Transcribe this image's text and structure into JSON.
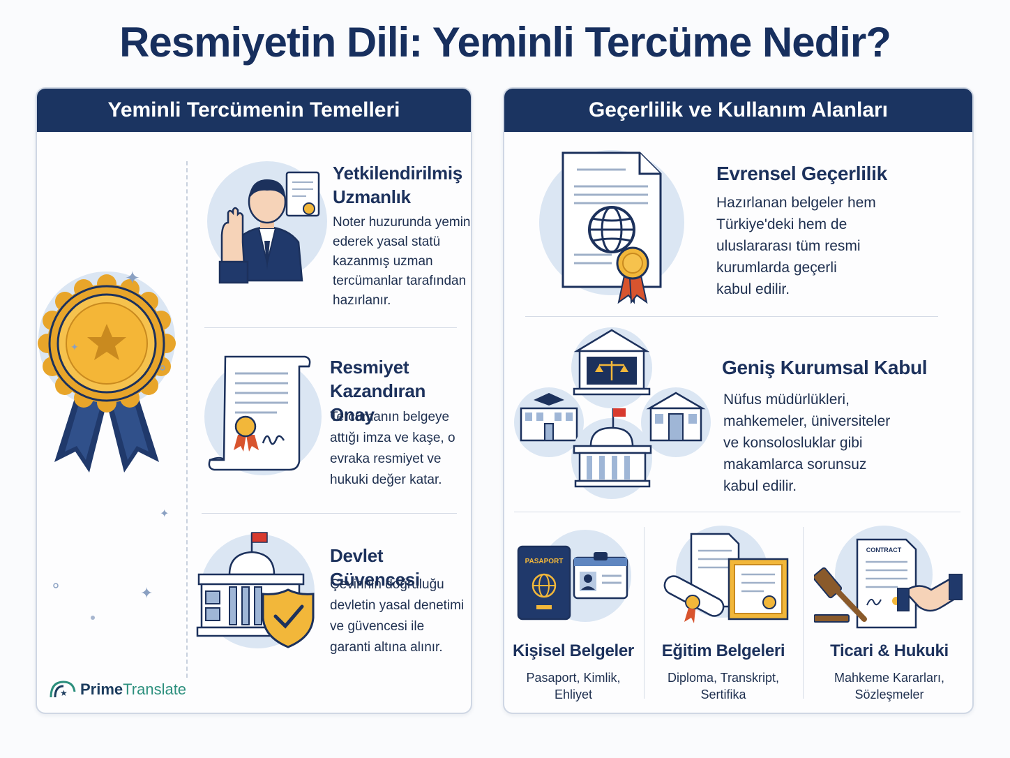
{
  "title": "Resmiyetin Dili: Yeminli Tercüme Nedir?",
  "left_panel": {
    "header": "Yeminli Tercümenin Temelleri",
    "items": [
      {
        "title_line1": "Yetkilendirilmiş",
        "title_line2": "Uzmanlık",
        "lines": [
          "Noter huzurunda yemin",
          "ederek yasal statü",
          "kazanmış uzman",
          "tercümanlar tarafından",
          "hazırlanır."
        ]
      },
      {
        "title_line1": "Resmiyet",
        "title_line2": "Kazandıran Onay",
        "lines": [
          "Tercümanın belgeye",
          "attığı imza ve kaşe, o",
          "evraka resmiyet ve",
          "hukuki değer katar."
        ]
      },
      {
        "title_line1": "Devlet Güvencesi",
        "lines": [
          "Çevirinin doğruluğu",
          "devletin yasal denetimi",
          "ve güvencesi ile",
          "garanti altına alınır."
        ]
      }
    ],
    "logo": {
      "part1": "Prime",
      "part2": "Translate"
    }
  },
  "right_panel": {
    "header": "Geçerlilik ve Kullanım Alanları",
    "items": [
      {
        "title": "Evrensel Geçerlilik",
        "lines": [
          "Hazırlanan belgeler hem",
          "Türkiye'deki hem de",
          "uluslararası tüm resmi",
          "kurumlarda geçerli",
          "kabul edilir."
        ]
      },
      {
        "title": "Geniş Kurumsal Kabul",
        "lines": [
          "Nüfus müdürlükleri,",
          "mahkemeler, üniversiteler",
          "ve konsolosluklar gibi",
          "makamlarca sorunsuz",
          "kabul edilir."
        ]
      }
    ],
    "categories": [
      {
        "title": "Kişisel Belgeler",
        "line1": "Pasaport, Kimlik,",
        "line2": "Ehliyet",
        "badge": "PASAPORT"
      },
      {
        "title": "Eğitim Belgeleri",
        "line1": "Diploma, Transkript,",
        "line2": "Sertifika"
      },
      {
        "title": "Ticari & Hukuki",
        "line1": "Mahkeme Kararları,",
        "line2": "Sözleşmeler",
        "badge": "CONTRACT"
      }
    ]
  },
  "colors": {
    "navy": "#1b3461",
    "gold": "#f2b73a",
    "light_blue": "#dbe6f3",
    "red": "#d83a2e"
  }
}
